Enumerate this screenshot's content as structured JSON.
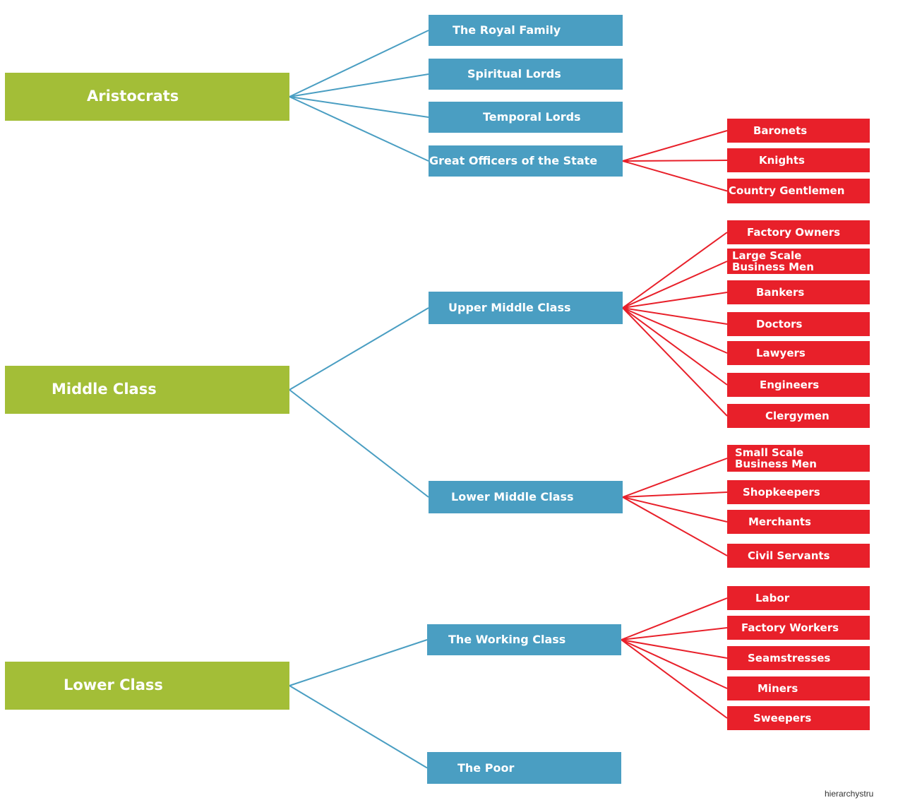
{
  "colors": {
    "level1": "#a3be37",
    "level2": "#4a9ec2",
    "level3": "#e8202a",
    "blue_connector": "#4a9ec2",
    "red_connector": "#e8202a"
  },
  "classes": [
    {
      "label": "Aristocrats",
      "children": [
        {
          "label": "The Royal Family",
          "children": []
        },
        {
          "label": "Spiritual Lords",
          "children": []
        },
        {
          "label": "Temporal Lords",
          "children": []
        },
        {
          "label": "Great Officers of the State",
          "children": [
            "Baronets",
            "Knights",
            "Country Gentlemen"
          ]
        }
      ]
    },
    {
      "label": "Middle Class",
      "children": [
        {
          "label": "Upper Middle Class",
          "children": [
            "Factory Owners",
            "Large Scale\nBusiness Men",
            "Bankers",
            "Doctors",
            "Lawyers",
            "Engineers",
            "Clergymen"
          ]
        },
        {
          "label": "Lower Middle Class",
          "children": [
            "Small Scale\nBusiness Men",
            "Shopkeepers",
            "Merchants",
            "Civil Servants"
          ]
        }
      ]
    },
    {
      "label": "Lower Class",
      "children": [
        {
          "label": "The Working Class",
          "children": [
            "Labor",
            "Factory Workers",
            "Seamstresses",
            "Miners",
            "Sweepers"
          ]
        },
        {
          "label": "The Poor",
          "children": []
        }
      ]
    }
  ],
  "watermark": "hierarchystru"
}
